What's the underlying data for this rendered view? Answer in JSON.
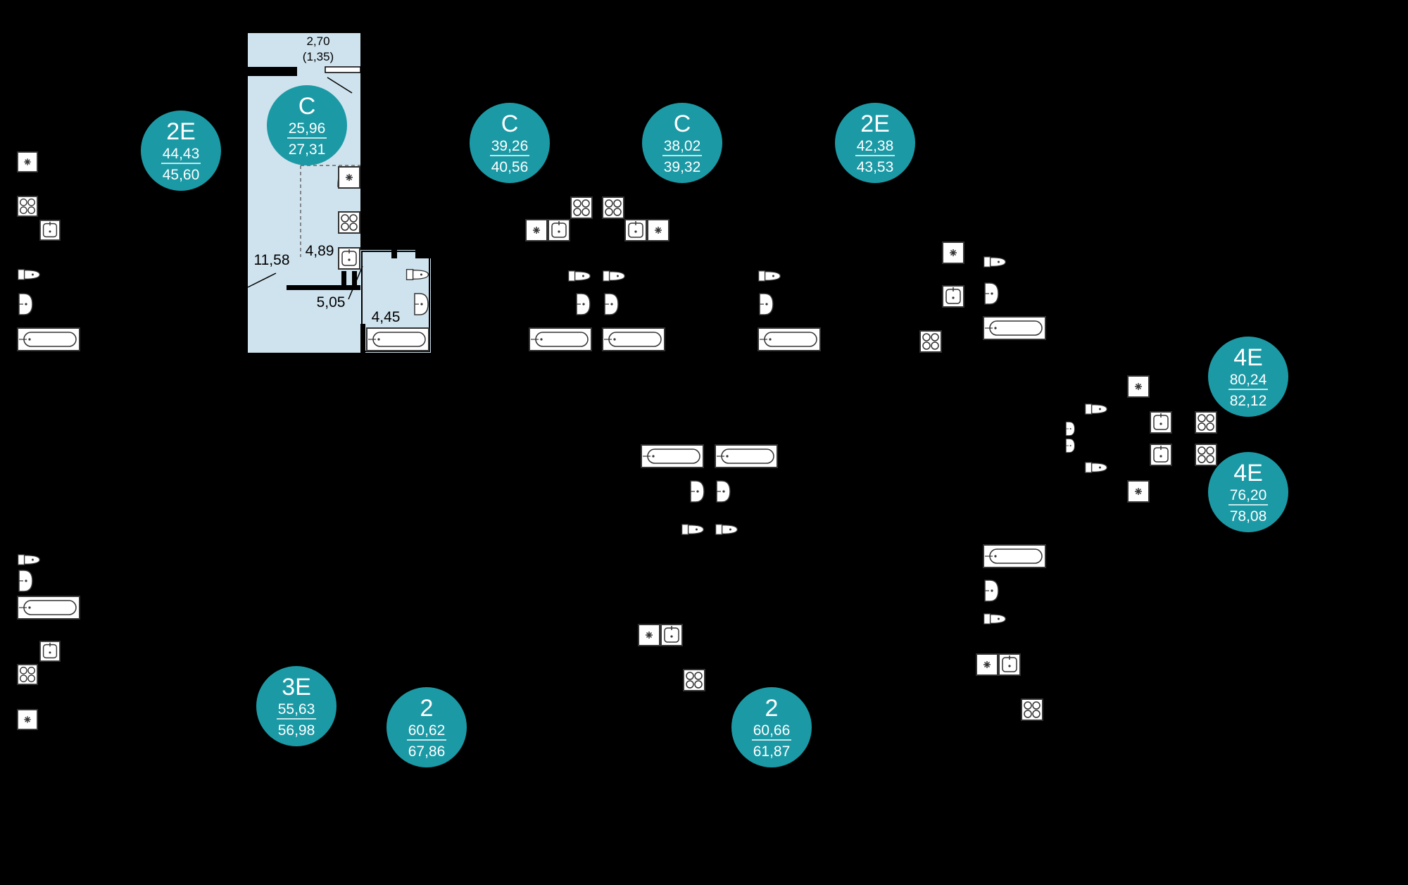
{
  "colors": {
    "background": "#000000",
    "badge": "#1b9aa6",
    "highlight_room": "#cfe3ee",
    "fixture_fill": "#ffffff",
    "fixture_stroke": "#333333"
  },
  "highlighted_unit": {
    "dimensions": [
      "2,70",
      "(1,35)"
    ],
    "rooms": [
      "11,58",
      "4,89",
      "5,05",
      "4,45"
    ]
  },
  "units": [
    {
      "id": "u1",
      "type": "2E",
      "living": "44,43",
      "total": "45,60"
    },
    {
      "id": "u2",
      "type": "С",
      "living": "25,96",
      "total": "27,31"
    },
    {
      "id": "u3",
      "type": "С",
      "living": "39,26",
      "total": "40,56"
    },
    {
      "id": "u4",
      "type": "С",
      "living": "38,02",
      "total": "39,32"
    },
    {
      "id": "u5",
      "type": "2E",
      "living": "42,38",
      "total": "43,53"
    },
    {
      "id": "u6",
      "type": "4E",
      "living": "80,24",
      "total": "82,12"
    },
    {
      "id": "u7",
      "type": "4E",
      "living": "76,20",
      "total": "78,08"
    },
    {
      "id": "u8",
      "type": "3E",
      "living": "55,63",
      "total": "56,98"
    },
    {
      "id": "u9",
      "type": "2",
      "living": "60,62",
      "total": "67,86"
    },
    {
      "id": "u10",
      "type": "2",
      "living": "60,66",
      "total": "61,87"
    }
  ],
  "fixtures": [
    {
      "kind": "vent-icon"
    },
    {
      "kind": "stove-icon"
    },
    {
      "kind": "sink-icon"
    },
    {
      "kind": "toilet-icon"
    },
    {
      "kind": "washbasin-icon"
    },
    {
      "kind": "bathtub-icon"
    }
  ]
}
